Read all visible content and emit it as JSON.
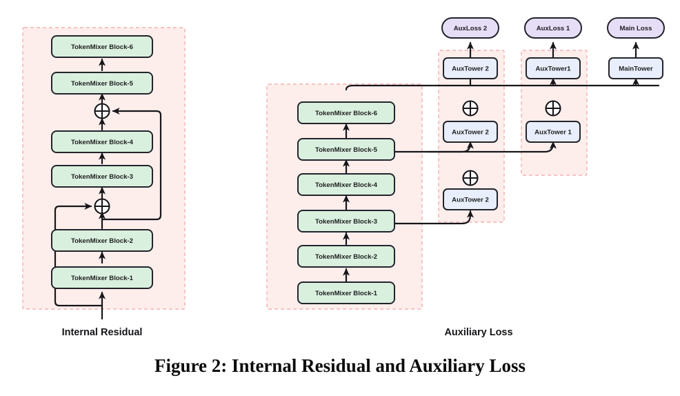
{
  "figure": {
    "caption": "Figure 2: Internal Residual and Auxiliary Loss",
    "panels": [
      {
        "id": "internal-residual",
        "label": "Internal Residual"
      },
      {
        "id": "auxiliary-loss",
        "label": "Auxiliary Loss"
      }
    ]
  },
  "colors": {
    "panel_fill": "#fdeeec",
    "panel_border": "#f3b0ad",
    "block_fill": "#d9f0de",
    "block_border": "#23232b",
    "tower_fill": "#e8eefb",
    "tower_border": "#23232b",
    "loss_fill": "#e6ddf7",
    "loss_border": "#23232b",
    "edge": "#16161a",
    "text": "#1d1d20",
    "page_bg": "#ffffff"
  },
  "left_panel": {
    "name": "Internal Residual",
    "blocks": [
      {
        "id": "tm1",
        "label": "TokenMixer Block-1"
      },
      {
        "id": "tm2",
        "label": "TokenMixer Block-2"
      },
      {
        "id": "tm3",
        "label": "TokenMixer Block-3"
      },
      {
        "id": "tm4",
        "label": "TokenMixer Block-4"
      },
      {
        "id": "tm5",
        "label": "TokenMixer Block-5"
      },
      {
        "id": "tm6",
        "label": "TokenMixer Block-6"
      }
    ],
    "adders": [
      {
        "id": "add-lower",
        "symbol": "⊕"
      },
      {
        "id": "add-upper",
        "symbol": "⊕"
      }
    ]
  },
  "right_panel": {
    "name": "Auxiliary Loss",
    "blocks": [
      {
        "id": "rtm1",
        "label": "TokenMixer Block-1"
      },
      {
        "id": "rtm2",
        "label": "TokenMixer Block-2"
      },
      {
        "id": "rtm3",
        "label": "TokenMixer Block-3"
      },
      {
        "id": "rtm4",
        "label": "TokenMixer Block-4"
      },
      {
        "id": "rtm5",
        "label": "TokenMixer Block-5"
      },
      {
        "id": "rtm6",
        "label": "TokenMixer Block-6"
      }
    ],
    "towers": [
      {
        "id": "aux2-bottom",
        "label": "AuxTower 2"
      },
      {
        "id": "aux2-middle",
        "label": "AuxTower 2"
      },
      {
        "id": "aux2-top",
        "label": "AuxTower 2"
      },
      {
        "id": "aux1-middle",
        "label": "AuxTower 1"
      },
      {
        "id": "aux1-top",
        "label": "AuxTower1"
      },
      {
        "id": "main-top",
        "label": "MainTower"
      }
    ],
    "losses": [
      {
        "id": "auxloss2",
        "label": "AuxLoss 2"
      },
      {
        "id": "auxloss1",
        "label": "AuxLoss 1"
      },
      {
        "id": "mainloss",
        "label": "Main Loss"
      }
    ],
    "adders": [
      {
        "id": "radd-1",
        "symbol": "⊕"
      },
      {
        "id": "radd-2",
        "symbol": "⊕"
      },
      {
        "id": "radd-3",
        "symbol": "⊕"
      }
    ]
  }
}
